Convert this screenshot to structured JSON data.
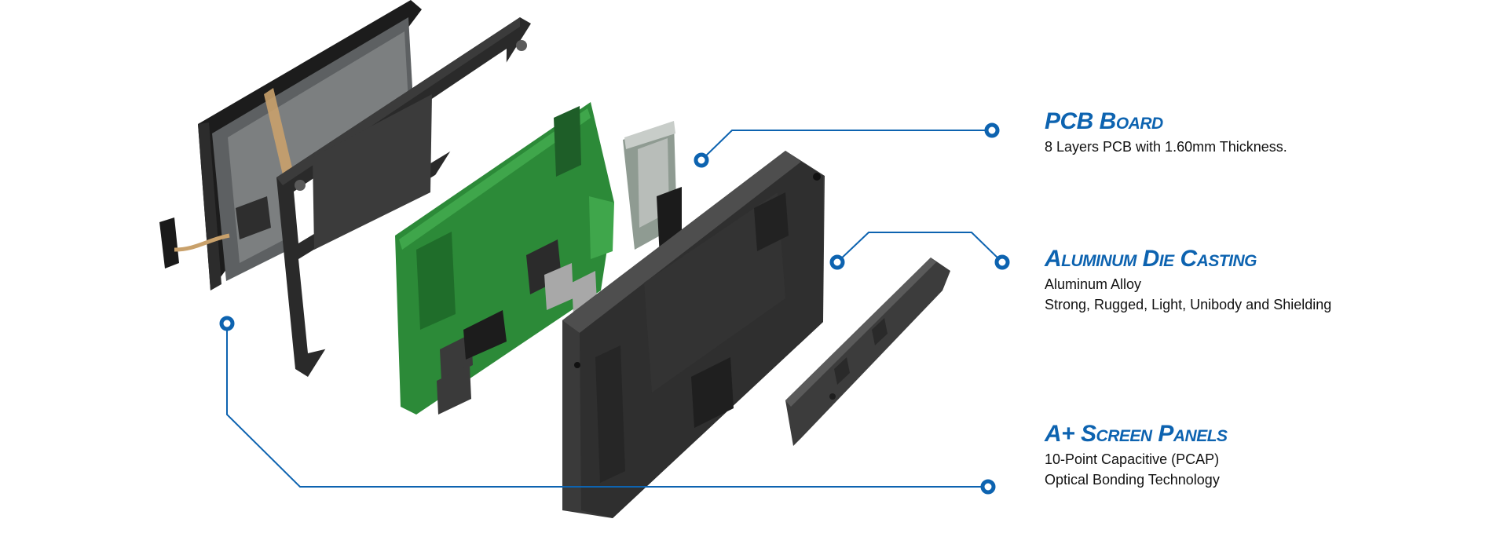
{
  "accent_color": "#0d63b0",
  "illustration": {
    "subject": "exploded view of panel PC assembly",
    "parts": [
      "screen-panel",
      "front-bezel-frame",
      "pcb-board",
      "daughter-module",
      "aluminum-housing",
      "side-cover"
    ]
  },
  "features": [
    {
      "title": "PCB Board",
      "lines": [
        "8 Layers PCB with 1.60mm Thickness."
      ]
    },
    {
      "title": "Aluminum Die Casting",
      "lines": [
        "Aluminum Alloy",
        "Strong, Rugged, Light, Unibody and Shielding"
      ]
    },
    {
      "title": "A+ Screen Panels",
      "lines": [
        "10-Point Capacitive (PCAP)",
        "Optical Bonding Technology"
      ]
    }
  ]
}
